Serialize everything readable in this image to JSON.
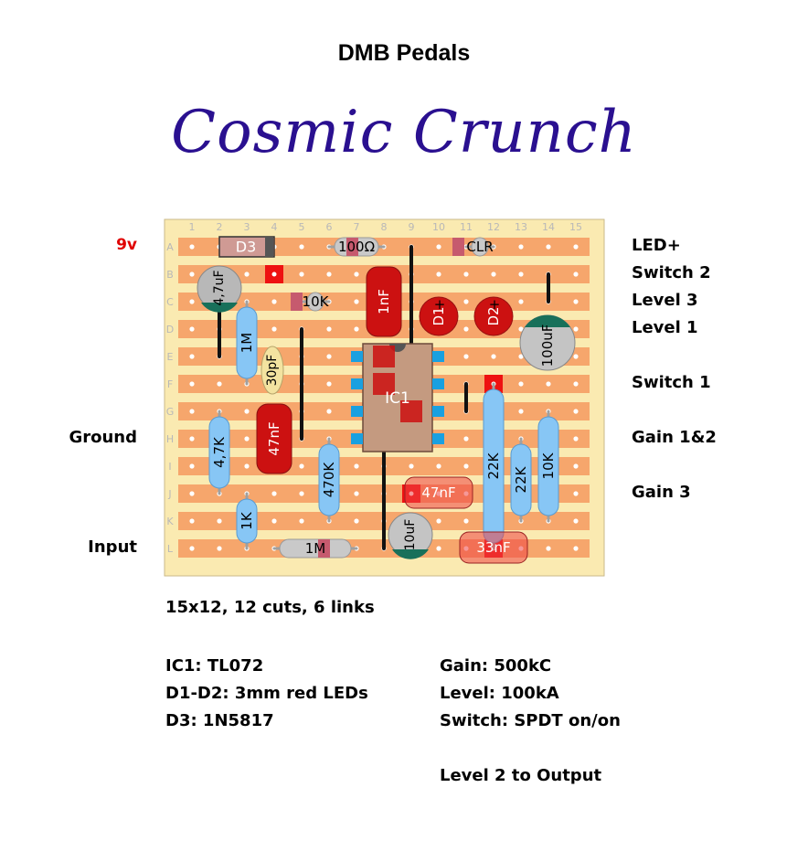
{
  "header": {
    "brand": "DMB Pedals",
    "title": "Cosmic Crunch"
  },
  "board": {
    "columns": [
      "1",
      "2",
      "3",
      "4",
      "5",
      "6",
      "7",
      "8",
      "9",
      "10",
      "11",
      "12",
      "13",
      "14",
      "15"
    ],
    "rows": [
      "A",
      "B",
      "C",
      "D",
      "E",
      "F",
      "G",
      "H",
      "I",
      "J",
      "K",
      "L"
    ]
  },
  "left_labels": [
    {
      "text": "9v",
      "row": "A",
      "color": "red"
    },
    {
      "text": "Ground",
      "row": "H"
    },
    {
      "text": "Input",
      "row": "L"
    }
  ],
  "right_labels": [
    {
      "text": "LED+",
      "row": "A"
    },
    {
      "text": "Switch 2",
      "row": "B"
    },
    {
      "text": "Level 3",
      "row": "C"
    },
    {
      "text": "Level 1",
      "row": "D"
    },
    {
      "text": "Switch 1",
      "row": "F"
    },
    {
      "text": "Gain 1&2",
      "row": "H"
    },
    {
      "text": "Gain 3",
      "row": "J"
    }
  ],
  "components": {
    "d3": "D3",
    "r100": "100Ω",
    "clr": "CLR",
    "c4u7": "4,7uF",
    "r10k_c": "10K",
    "c1nf": "1nF",
    "d1": "D1",
    "d2": "D2",
    "c100u": "100uF",
    "r1m_top": "1M",
    "c30p": "30pF",
    "ic1": "IC1",
    "r4k7": "4,7K",
    "c47n_v": "47nF",
    "r470k": "470K",
    "r22k_a": "22K",
    "r22k_b": "22K",
    "r10k_b": "10K",
    "c47n_h": "47nF",
    "r1k": "1K",
    "c10u": "10uF",
    "r1m_bot": "1M",
    "c33n": "33nF"
  },
  "notes": {
    "summary": "15x12, 12 cuts, 6 links",
    "left": [
      "IC1: TL072",
      "D1-D2: 3mm red LEDs",
      "D3: 1N5817"
    ],
    "right": [
      "Gain: 500kC",
      "Level: 100kA",
      "Switch: SPDT on/on",
      "",
      "Level 2 to Output"
    ]
  }
}
